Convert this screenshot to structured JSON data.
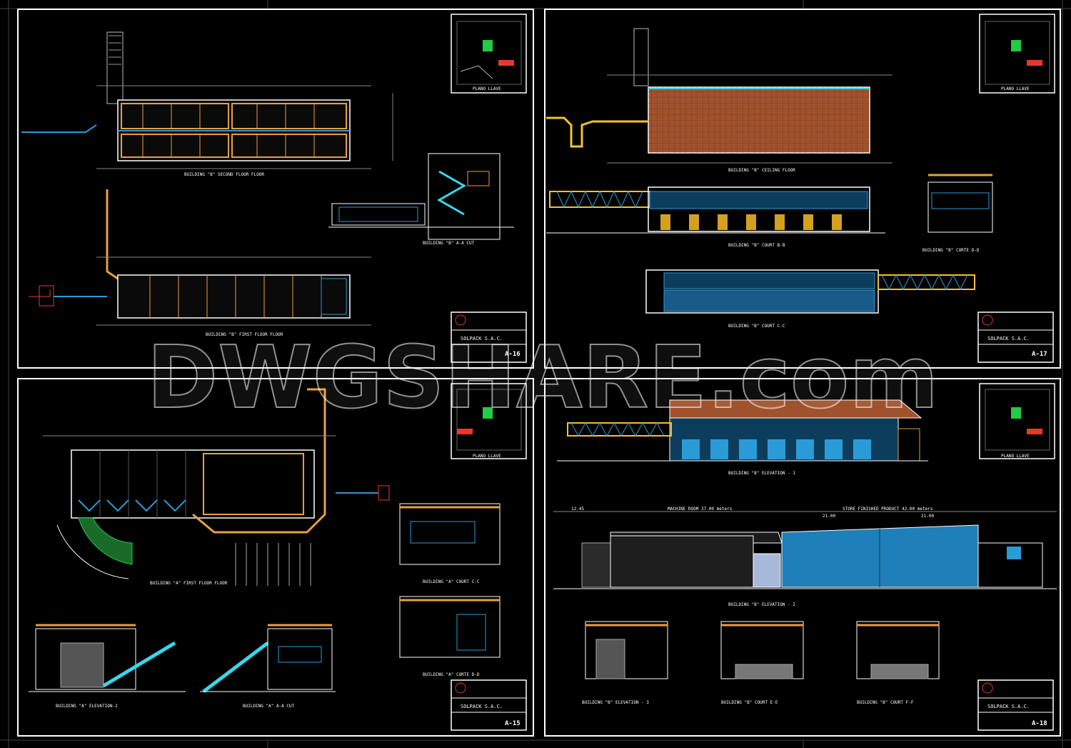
{
  "watermark": {
    "text": "DWGSHARE.com"
  },
  "colors": {
    "background": "#000000",
    "frame": "#ffffff",
    "wall": "#e8a040",
    "brick": "#a0522d",
    "glass": "#2a9bd6",
    "grid": "#3a3a3a",
    "green": "#22cc44",
    "red": "#e23b2b",
    "yellow": "#f2c230",
    "cyan": "#38d6e8",
    "magenta": "#e040e0"
  },
  "sheets": [
    {
      "company": "SOLPACK S.A.C.",
      "sheet_id": "A-16",
      "key_plan_label": "PLANO LLAVE",
      "drawings": [
        {
          "label": "BUILDING \"B\" SECOND FLOOR FLOOR"
        },
        {
          "label": "BUILDING \"B\" A-A CUT"
        },
        {
          "label": "BUILDING \"B\" FIRST FLOOR FLOOR"
        }
      ]
    },
    {
      "company": "SOLPACK S.A.C.",
      "sheet_id": "A-17",
      "key_plan_label": "PLANO LLAVE",
      "drawings": [
        {
          "label": "BUILDING \"B\" CEILING FLOOR"
        },
        {
          "label": "BUILDING \"B\" COURT B-B"
        },
        {
          "label": "BUILDING \"B\" CORTE D-D"
        },
        {
          "label": "BUILDING \"B\" COURT C-C"
        }
      ]
    },
    {
      "company": "SOLPACK S.A.C.",
      "sheet_id": "A-15",
      "key_plan_label": "PLANO LLAVE",
      "drawings": [
        {
          "label": "BUILDING \"A\" FIRST FLOOR FLOOR"
        },
        {
          "label": "BUILDING \"A\" COURT C-C"
        },
        {
          "label": "BUILDING \"A\" CORTE D-D"
        },
        {
          "label": "BUILDING \"A\" ELEVATION-2"
        },
        {
          "label": "BUILDING \"A\" A-A CUT"
        }
      ]
    },
    {
      "company": "SOLPACK S.A.C.",
      "sheet_id": "A-18",
      "key_plan_label": "PLANO LLAVE",
      "drawings": [
        {
          "label": "BUILDING \"B\" ELEVATION - 1"
        },
        {
          "label": "BUILDING \"B\" ELEVATION - 2"
        },
        {
          "label": "BUILDING \"B\" ELEVATION - 3"
        },
        {
          "label": "BUILDING \"B\" COURT E-E"
        },
        {
          "label": "BUILDING \"B\" COURT F-F"
        }
      ],
      "dimensions": {
        "machine_room": "MACHINE ROOM 37.00 meters",
        "store": "STORE FINISHED PRODUCT 42.00 meters",
        "d1": "12.45",
        "d2": "21.00",
        "d3": "21.00"
      }
    }
  ]
}
